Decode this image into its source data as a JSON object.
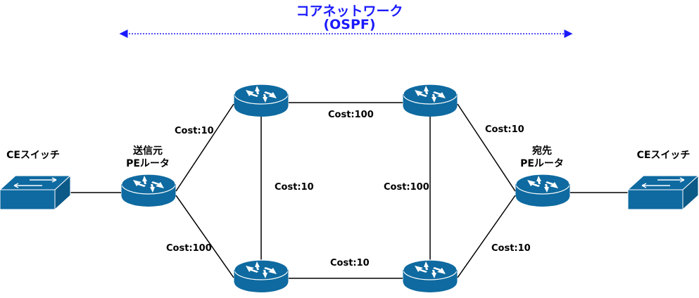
{
  "header": {
    "title": "コアネットワーク",
    "subtitle": "(OSPF)"
  },
  "colors": {
    "title": "#1a1aff",
    "device_fill": "#0e6aa0",
    "device_stroke": "#ffffff",
    "link": "#000000"
  },
  "nodes": {
    "ce_left": {
      "label": "CEスイッチ"
    },
    "pe_src": {
      "label_line1": "送信元",
      "label_line2": "PEルータ"
    },
    "pe_dst": {
      "label_line1": "宛先",
      "label_line2": "PEルータ"
    },
    "ce_right": {
      "label": "CEスイッチ"
    }
  },
  "links": {
    "src_to_top_left": "Cost:10",
    "src_to_bottom_left": "Cost:100",
    "top_left_to_top_right": "Cost:100",
    "top_left_to_bottom_left": "Cost:10",
    "top_right_to_bottom_right": "Cost:100",
    "bottom_left_to_bottom_right": "Cost:10",
    "top_right_to_dst": "Cost:10",
    "bottom_right_to_dst": "Cost:10"
  }
}
